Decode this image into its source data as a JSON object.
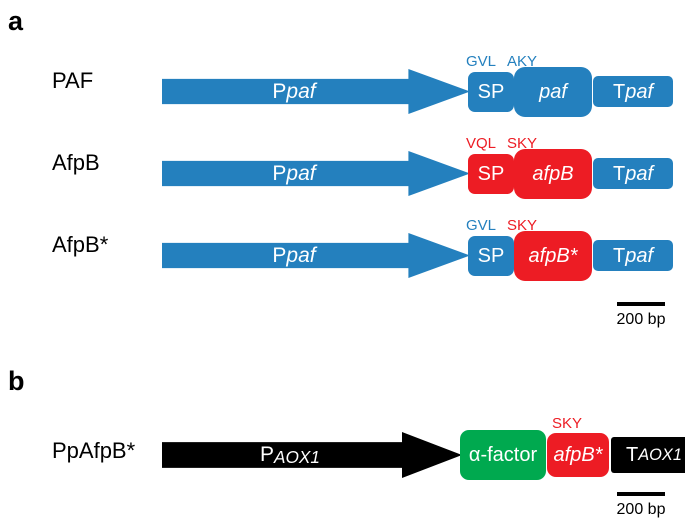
{
  "figure": {
    "panels": [
      {
        "letter": "a",
        "rows": [
          {
            "label": "PAF",
            "promoter": {
              "text_prefix": "P",
              "text_italic": "paf",
              "color": "#2480be",
              "shape": "arrow"
            },
            "annotations": [
              {
                "text": "GVL",
                "color": "#2480be"
              },
              {
                "text": "AKY",
                "color": "#2480be"
              }
            ],
            "boxes": [
              {
                "name": "signal-peptide",
                "label": "SP",
                "color": "#2480be",
                "italic": false
              },
              {
                "name": "orf",
                "label": "paf",
                "color": "#2480be",
                "italic": true
              },
              {
                "name": "terminator",
                "label_prefix": "T",
                "label_italic": "paf",
                "color": "#2480be"
              }
            ]
          },
          {
            "label": "AfpB",
            "promoter": {
              "text_prefix": "P",
              "text_italic": "paf",
              "color": "#2480be",
              "shape": "arrow"
            },
            "annotations": [
              {
                "text": "VQL",
                "color": "#ed1c24"
              },
              {
                "text": "SKY",
                "color": "#ed1c24"
              }
            ],
            "boxes": [
              {
                "name": "signal-peptide",
                "label": "SP",
                "color": "#ed1c24",
                "italic": false
              },
              {
                "name": "orf",
                "label": "afpB",
                "color": "#ed1c24",
                "italic": true
              },
              {
                "name": "terminator",
                "label_prefix": "T",
                "label_italic": "paf",
                "color": "#2480be"
              }
            ]
          },
          {
            "label": "AfpB*",
            "promoter": {
              "text_prefix": "P",
              "text_italic": "paf",
              "color": "#2480be",
              "shape": "arrow"
            },
            "annotations": [
              {
                "text": "GVL",
                "color": "#2480be"
              },
              {
                "text": "SKY",
                "color": "#ed1c24"
              }
            ],
            "boxes": [
              {
                "name": "signal-peptide",
                "label": "SP",
                "color": "#2480be",
                "italic": false
              },
              {
                "name": "orf",
                "label": "afpB*",
                "color": "#ed1c24",
                "italic": true
              },
              {
                "name": "terminator",
                "label_prefix": "T",
                "label_italic": "paf",
                "color": "#2480be"
              }
            ]
          }
        ],
        "scalebar": {
          "caption": "200 bp"
        }
      },
      {
        "letter": "b",
        "rows": [
          {
            "label": "PpAfpB*",
            "promoter": {
              "text_prefix": "P",
              "text_italic": "AOX1",
              "color": "#000000",
              "shape": "arrow"
            },
            "annotations": [
              {
                "text": "SKY",
                "color": "#ed1c24"
              }
            ],
            "boxes": [
              {
                "name": "alpha-factor",
                "label": "α-factor",
                "color": "#00a94f",
                "italic": false
              },
              {
                "name": "orf",
                "label": "afpB*",
                "color": "#ed1c24",
                "italic": true
              },
              {
                "name": "terminator",
                "label_prefix": "T",
                "label_italic": "AOX1",
                "color": "#000000"
              }
            ]
          }
        ],
        "scalebar": {
          "caption": "200 bp"
        }
      }
    ]
  },
  "panel_a": {
    "letter": "a",
    "label_paf": "PAF",
    "label_afpb": "AfpB",
    "label_afpbstar": "AfpB*",
    "promoter_prefix": "P",
    "promoter_italic": "paf",
    "sp_label": "SP",
    "orf_paf": "paf",
    "orf_afpb": "afpB",
    "orf_afpbstar": "afpB*",
    "term_prefix": "T",
    "term_italic": "paf",
    "annot_row1_left": "GVL",
    "annot_row1_right": "AKY",
    "annot_row2_left": "VQL",
    "annot_row2_right": "SKY",
    "annot_row3_left": "GVL",
    "annot_row3_right": "SKY",
    "scalebar_caption": "200 bp"
  },
  "panel_b": {
    "letter": "b",
    "label_ppafpbstar": "PpAfpB*",
    "promoter_prefix": "P",
    "promoter_italic": "AOX1",
    "alpha_factor": "α-factor",
    "orf_afpbstar": "afpB*",
    "term_prefix": "T",
    "term_italic": "AOX1",
    "annot_sky": "SKY",
    "scalebar_caption": "200 bp"
  },
  "colors": {
    "blue": "#2480be",
    "red": "#ed1c24",
    "green": "#00a94f",
    "black": "#000000",
    "white": "#ffffff",
    "background": "#ffffff"
  }
}
